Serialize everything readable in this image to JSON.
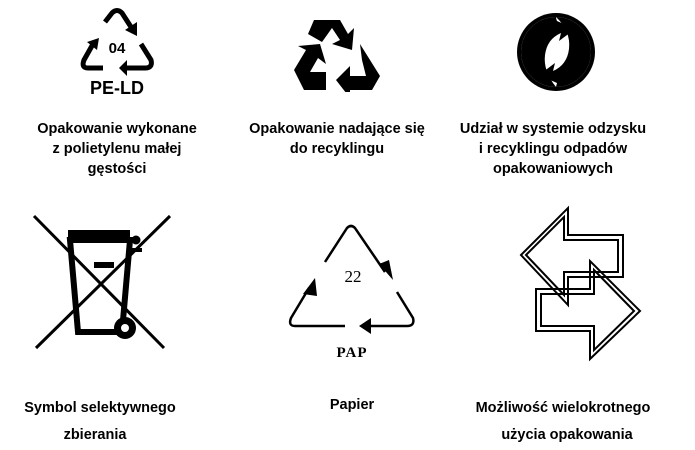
{
  "symbols": [
    {
      "code": "04",
      "abbr": "PE-LD",
      "label": [
        "Opakowanie wykonane",
        "z polietylenu małej",
        "gęstości"
      ]
    },
    {
      "label": [
        "Opakowanie nadające się",
        "do recyklingu"
      ]
    },
    {
      "label": [
        "Udział w systemie odzysku",
        "i recyklingu odpadów",
        "opakowaniowych"
      ]
    },
    {
      "label": [
        "Symbol selektywnego",
        "zbierania"
      ]
    },
    {
      "code": "22",
      "abbr": "PAP",
      "label": [
        "Papier"
      ]
    },
    {
      "label": [
        "Możliwość wielokrotnego",
        "użycia opakowania"
      ]
    }
  ]
}
